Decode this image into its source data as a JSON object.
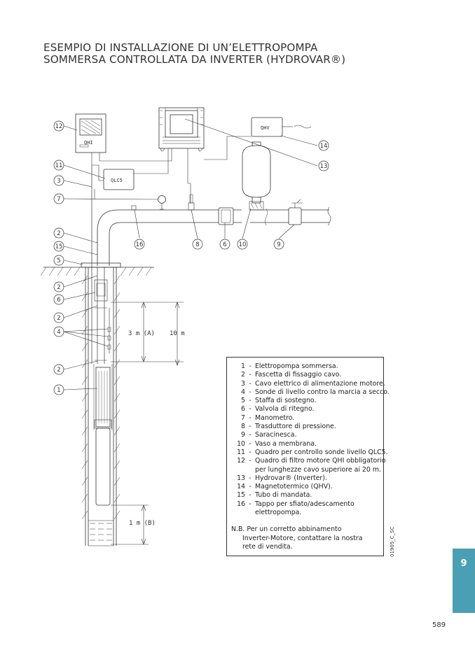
{
  "title": {
    "line1": "ESEMPIO DI INSTALLAZIONE DI UN’ELETTROPOMPA",
    "line2": "SOMMERSA CONTROLLATA DA INVERTER (HYDROVAR®)"
  },
  "diagram": {
    "labels": {
      "qhi": "QHI",
      "qlc5": "QLC5",
      "qhv": "QHV",
      "dim_3m": "3 m (A)",
      "dim_10m": "10 m",
      "dim_1m": "1 m (B)"
    },
    "callouts": [
      "12",
      "11",
      "3",
      "7",
      "2",
      "15",
      "5",
      "2",
      "6",
      "2",
      "4",
      "2",
      "1",
      "14",
      "13",
      "16",
      "8",
      "6",
      "10",
      "9"
    ]
  },
  "legend": {
    "items": [
      {
        "num": "1",
        "text": "Elettropompa sommersa."
      },
      {
        "num": "2",
        "text": "Fascetta di fissaggio cavo."
      },
      {
        "num": "3",
        "text": "Cavo elettrico di alimentazione motore."
      },
      {
        "num": "4",
        "text": "Sonde di livello contro la marcia a secco."
      },
      {
        "num": "5",
        "text": "Staffa di sostegno."
      },
      {
        "num": "6",
        "text": "Valvola di ritegno."
      },
      {
        "num": "7",
        "text": "Manometro."
      },
      {
        "num": "8",
        "text": "Trasduttore di pressione."
      },
      {
        "num": "9",
        "text": "Saracinesca."
      },
      {
        "num": "10",
        "text": "Vaso a membrana."
      },
      {
        "num": "11",
        "text": "Quadro per controllo sonde livello QLC5."
      },
      {
        "num": "12",
        "text": "Quadro di filtro motore QHI obbligatorio"
      },
      {
        "num": "13",
        "text": "Hydrovar® (Inverter)."
      },
      {
        "num": "14",
        "text": "Magnetotermico (QHV)."
      },
      {
        "num": "15",
        "text": "Tubo di mandata."
      },
      {
        "num": "16",
        "text": "Tappo per sfiato/adescamento"
      }
    ],
    "item12_cont": "per lunghezze cavo superiore ai 20 m.",
    "item16_cont": "elettropompa.",
    "note_line1": "N.B. Per un corretto abbinamento",
    "note_line2": "Inverter-Motore, contattare la nostra",
    "note_line3": "rete di vendita."
  },
  "drawing_code": "01905_C_SC",
  "chapter_tab": "9",
  "page_number": "589"
}
